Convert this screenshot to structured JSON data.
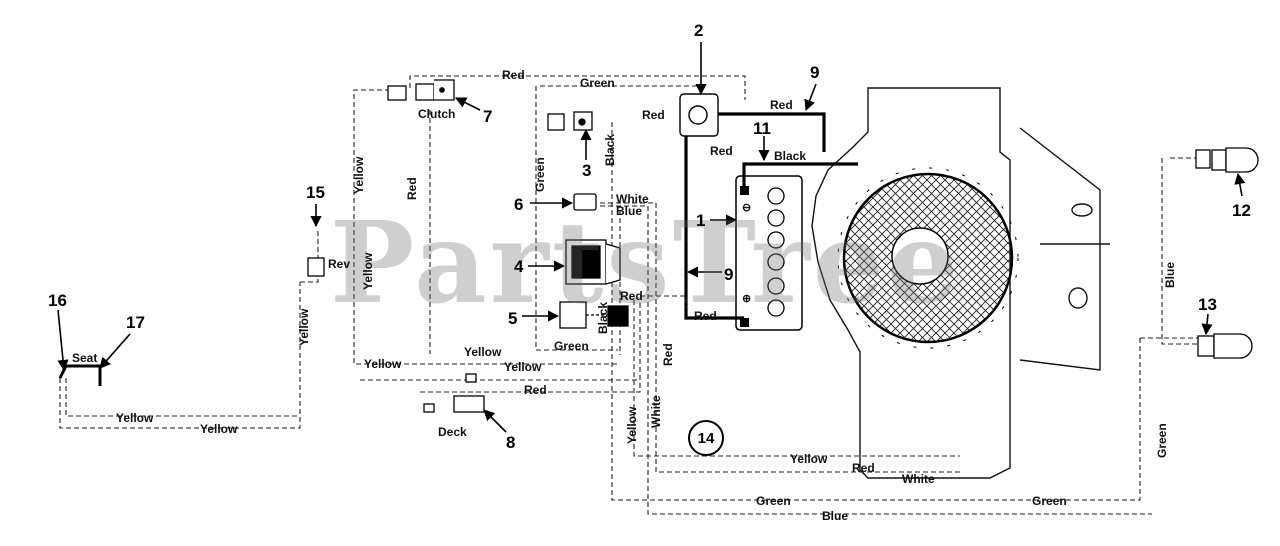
{
  "watermark": "PartsTree",
  "callouts": {
    "n1": "1",
    "n2": "2",
    "n3": "3",
    "n4": "4",
    "n5": "5",
    "n6": "6",
    "n7": "7",
    "n8": "8",
    "n9a": "9",
    "n9b": "9",
    "n11": "11",
    "n12": "12",
    "n13": "13",
    "n14": "14",
    "n15": "15",
    "n16": "16",
    "n17": "17"
  },
  "components": {
    "clutch": "Clutch",
    "deck": "Deck",
    "rev": "Rev",
    "seat": "Seat"
  },
  "wires": {
    "red_top": "Red",
    "green_top": "Green",
    "red_solenoid": "Red",
    "red_9": "Red",
    "red_under": "Red",
    "black_11": "Black",
    "black_3": "Black",
    "green_6": "Green",
    "white_6": "White",
    "blue_6": "Blue",
    "yellow_left1": "Yellow",
    "yellow_left2": "Yellow",
    "red_left": "Red",
    "yellow_rev": "Yellow",
    "red_5": "Red",
    "black_5": "Black",
    "green_5": "Green",
    "red_battery": "Red",
    "yellow_bus1": "Yellow",
    "yellow_bus2": "Yellow",
    "yellow_bus3": "Yellow",
    "red_bus": "Red",
    "red_vert": "Red",
    "white_vert": "White",
    "yellow_vert": "Yellow",
    "yellow_bottom1": "Yellow",
    "yellow_bottom2": "Yellow",
    "yellow_right": "Yellow",
    "red_right": "Red",
    "white_right": "White",
    "green_bottom1": "Green",
    "green_bottom2": "Green",
    "blue_bottom": "Blue",
    "blue_right": "Blue",
    "green_right": "Green"
  },
  "battery_symbols": {
    "minus": "⊖",
    "plus": "⊕"
  }
}
